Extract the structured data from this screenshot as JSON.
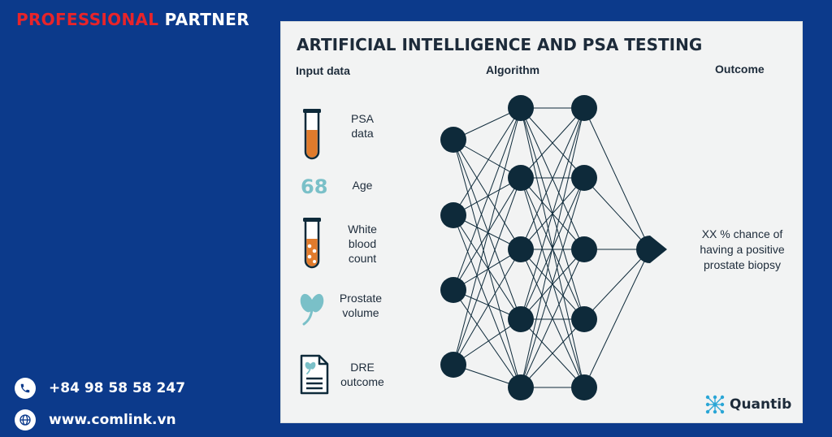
{
  "brand": {
    "word1": "PROFESSIONAL",
    "word2": "PARTNER"
  },
  "contact": {
    "phone": "+84 98 58 58 247",
    "website": "www.comlink.vn"
  },
  "diagram": {
    "title": "ARTIFICIAL INTELLIGENCE AND PSA TESTING",
    "headers": {
      "input": "Input data",
      "algorithm": "Algorithm",
      "outcome": "Outcome"
    },
    "inputs": [
      {
        "icon": "test-tube-icon",
        "lines": [
          "PSA",
          "data"
        ]
      },
      {
        "icon": "age-number",
        "value": "68",
        "lines": [
          "Age"
        ]
      },
      {
        "icon": "blood-tube-icon",
        "lines": [
          "White",
          "blood",
          "count"
        ]
      },
      {
        "icon": "prostate-icon",
        "lines": [
          "Prostate",
          "volume"
        ]
      },
      {
        "icon": "document-icon",
        "lines": [
          "DRE",
          "outcome"
        ]
      }
    ],
    "outcome_lines": [
      "XX % chance of",
      "having a positive",
      "prostate biopsy"
    ],
    "logo": "Quantib",
    "colors": {
      "node": "#0e2a3a",
      "tube_fill": "#e07b2c",
      "teal": "#7ac0c8",
      "panel": "#f2f3f3"
    }
  }
}
